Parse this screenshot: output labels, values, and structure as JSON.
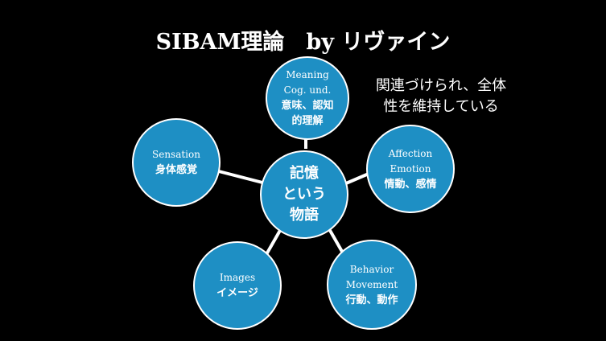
{
  "title": "SIBAM理論　by リヴァイン",
  "note": {
    "line1": "関連づけられ、全体",
    "line2": "性を維持している"
  },
  "center": {
    "line1": "記憶",
    "line2": "という",
    "line3": "物語"
  },
  "meaning": {
    "en1": "Meaning",
    "en2": "Cog. und.",
    "ja1": "意味、認知",
    "ja2": "的理解"
  },
  "affection": {
    "en1": "Affection",
    "en2": "Emotion",
    "ja1": "情動、感情"
  },
  "sensation": {
    "en1": "Sensation",
    "ja1": "身体感覚"
  },
  "images": {
    "en1": "Images",
    "ja1": "イメージ"
  },
  "behavior": {
    "en1": "Behavior",
    "en2": "Movement",
    "ja1": "行動、動作"
  },
  "colors": {
    "background": "#000000",
    "node_fill": "#1e8fc4",
    "link": "#ffffff",
    "text": "#ffffff"
  }
}
